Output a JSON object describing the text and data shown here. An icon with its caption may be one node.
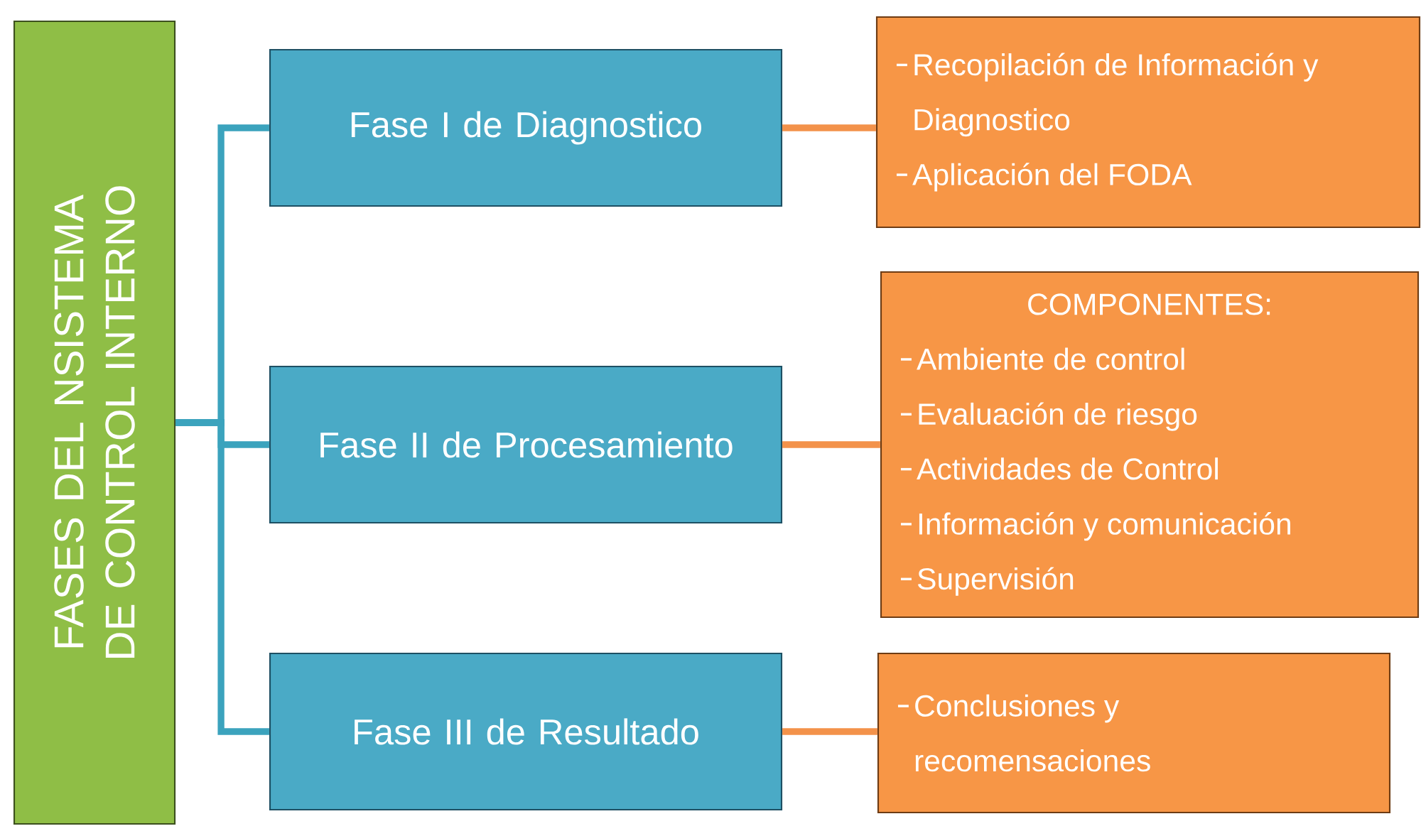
{
  "diagram": {
    "nodes": [
      {
        "text": [
          "FASES DEL NSISTEMA DE CONTROL INTERNO"
        ]
      },
      {
        "text": [
          "Fase I de Diagnostico"
        ]
      },
      {
        "text": [
          "Fase II de Procesamiento"
        ]
      },
      {
        "text": [
          "Fase III de Resultado"
        ]
      },
      {
        "text": [
          "Recopilación de Información y Diagnostico",
          "Aplicación del FODA"
        ]
      },
      {
        "text": [
          "COMPONENTES:",
          "Ambiente de control",
          "Evaluación de riesgo",
          "Actividades de Control",
          "Información y comunicación",
          "Supervisión"
        ]
      },
      {
        "text": [
          "Conclusiones y recomensaciones"
        ]
      }
    ],
    "edges": [
      {
        "from": 0,
        "to": 1,
        "arrow": "none"
      },
      {
        "from": 0,
        "to": 2,
        "arrow": "none"
      },
      {
        "from": 0,
        "to": 3,
        "arrow": "none"
      },
      {
        "from": 1,
        "to": 4,
        "arrow": "none",
        "color": "#f3924a"
      },
      {
        "from": 2,
        "to": 5,
        "arrow": "none",
        "color": "#f3924a"
      },
      {
        "from": 3,
        "to": 6,
        "arrow": "none",
        "color": "#f3924a"
      }
    ]
  }
}
